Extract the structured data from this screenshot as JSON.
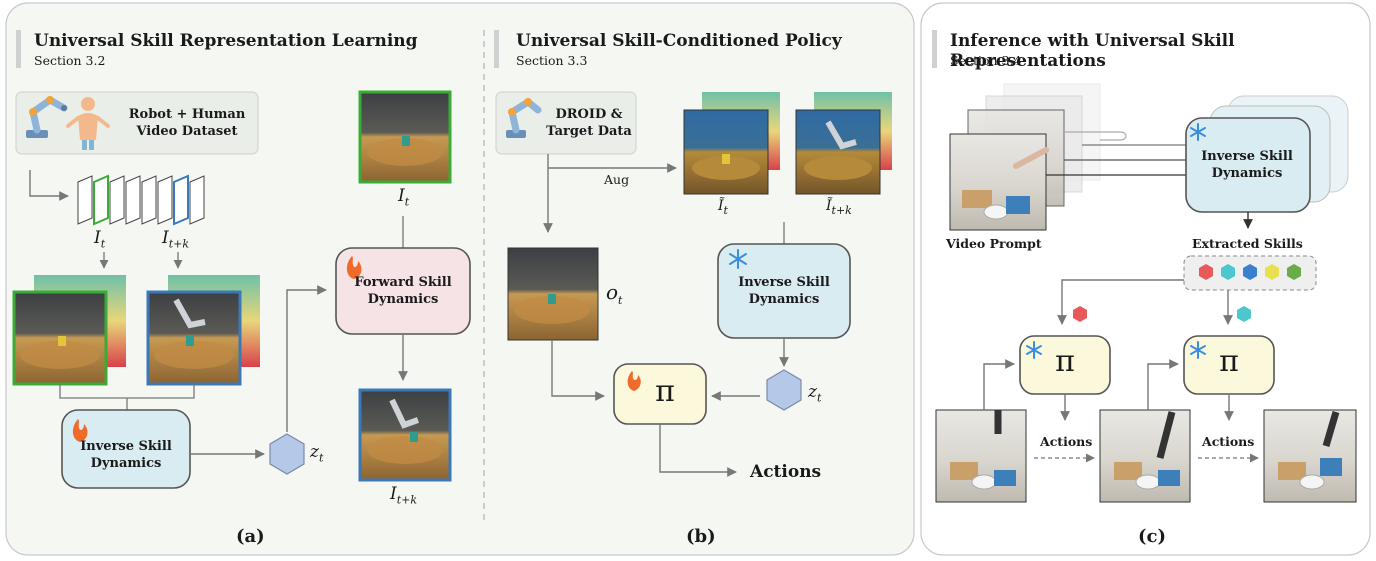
{
  "panel_a": {
    "title": "Universal Skill Representation Learning",
    "section": "Section 3.2",
    "dataset_label": "Robot + Human Video Dataset",
    "frame_label_1": "I",
    "frame_label_1_sub": "t",
    "frame_label_2": "I",
    "frame_label_2_sub": "t+k",
    "inverse_label": "Inverse Skill Dynamics",
    "forward_label": "Forward Skill Dynamics",
    "z_label": "z",
    "z_sub": "t",
    "top_img_label": "I",
    "top_img_sub": "t",
    "bottom_img_label": "I",
    "bottom_img_sub": "t+k",
    "letter": "(a)"
  },
  "panel_b": {
    "title": "Universal Skill-Conditioned Policy",
    "section": "Section 3.3",
    "data_label": "DROID & Target Data",
    "aug_label": "Aug",
    "aug1_label": "Ĩ",
    "aug1_sub": "t",
    "aug2_label": "Ĩ",
    "aug2_sub": "t+k",
    "obs_label": "o",
    "obs_sub": "t",
    "inverse_label": "Inverse Skill Dynamics",
    "policy_symbol": "π",
    "z_label": "z",
    "z_sub": "t",
    "actions_label": "Actions",
    "letter": "(b)"
  },
  "panel_c": {
    "title": "Inference with Universal Skill Representations",
    "section": "Section 3.4",
    "video_prompt": "Video Prompt",
    "inverse_label": "Inverse Skill Dynamics",
    "extracted_label": "Extracted Skills",
    "policy_symbol": "π",
    "actions_label_1": "Actions",
    "actions_label_2": "Actions",
    "letter": "(c)"
  },
  "colors": {
    "panel_bg": "#f5f8f2",
    "inverse_box": "#d9ecf2",
    "forward_box": "#f6e3e6",
    "policy_box": "#fbf8dc",
    "z_hex": "#b5c8e8",
    "green_frame": "#3aab36",
    "blue_frame": "#3b78b8",
    "skill_colors": [
      "#e85a5a",
      "#4cc6cf",
      "#3b7fd0",
      "#e8e050",
      "#6aab4a"
    ]
  },
  "icons": [
    "robot-arm-icon",
    "human-icon",
    "fire-icon",
    "snowflake-icon"
  ]
}
